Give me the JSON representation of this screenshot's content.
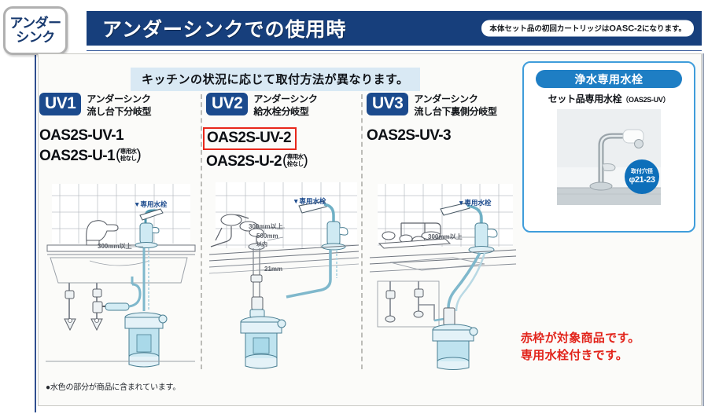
{
  "corner_tab": {
    "line1": "アンダー",
    "line2": "シンク"
  },
  "header": {
    "title": "アンダーシンクでの使用時",
    "note_prefix": "本体セット品の初回カートリッジは",
    "note_code": "OASC-2",
    "note_suffix": "になります。"
  },
  "subtitle": "キッチンの状況に応じて取付方法が異なります。",
  "columns": [
    {
      "badge": "UV1",
      "kind_line1": "アンダーシンク",
      "kind_line2": "流し台下分岐型",
      "model_primary": "OAS2S-UV-1",
      "model_primary_boxed": false,
      "model_secondary": "OAS2S-U-1",
      "paren_line1": "専用水",
      "paren_line2": "栓なし",
      "diagram_labels": {
        "faucet": "▼専用水栓",
        "dim1": "300mm以上"
      }
    },
    {
      "badge": "UV2",
      "kind_line1": "アンダーシンク",
      "kind_line2": "給水栓分岐型",
      "model_primary": "OAS2S-UV-2",
      "model_primary_boxed": true,
      "model_secondary": "OAS2S-U-2",
      "paren_line1": "専用水",
      "paren_line2": "栓なし",
      "diagram_labels": {
        "faucet": "▼専用水栓",
        "dim1": "300mm以上",
        "dim2": "500mm",
        "dim2b": "以内",
        "dim3": "21mm"
      }
    },
    {
      "badge": "UV3",
      "kind_line1": "アンダーシンク",
      "kind_line2": "流し台下裏側分岐型",
      "model_primary": "OAS2S-UV-3",
      "model_primary_boxed": false,
      "model_secondary": "",
      "paren_line1": "",
      "paren_line2": "",
      "diagram_labels": {
        "faucet": "▼専用水栓",
        "dim1": "300mm以上"
      }
    }
  ],
  "side_panel": {
    "heading": "浄水専用水栓",
    "subheading": "セット品専用水栓",
    "subheading_code": "（OAS2S-UV）",
    "badge_line1": "取付穴径",
    "badge_line2": "φ21-23"
  },
  "red_note": {
    "line1": "赤枠が対象商品です。",
    "line2": "専用水栓付きです。"
  },
  "footnote": "●水色の部分が商品に含まれています。",
  "colors": {
    "header_navy": "#173f7c",
    "badge_navy": "#1b4a8d",
    "accent_red": "#e2231a",
    "panel_blue": "#3f9ddb",
    "subtitle_bg": "#d9e9f4",
    "diagram_cyan": "#bfe3ef"
  }
}
